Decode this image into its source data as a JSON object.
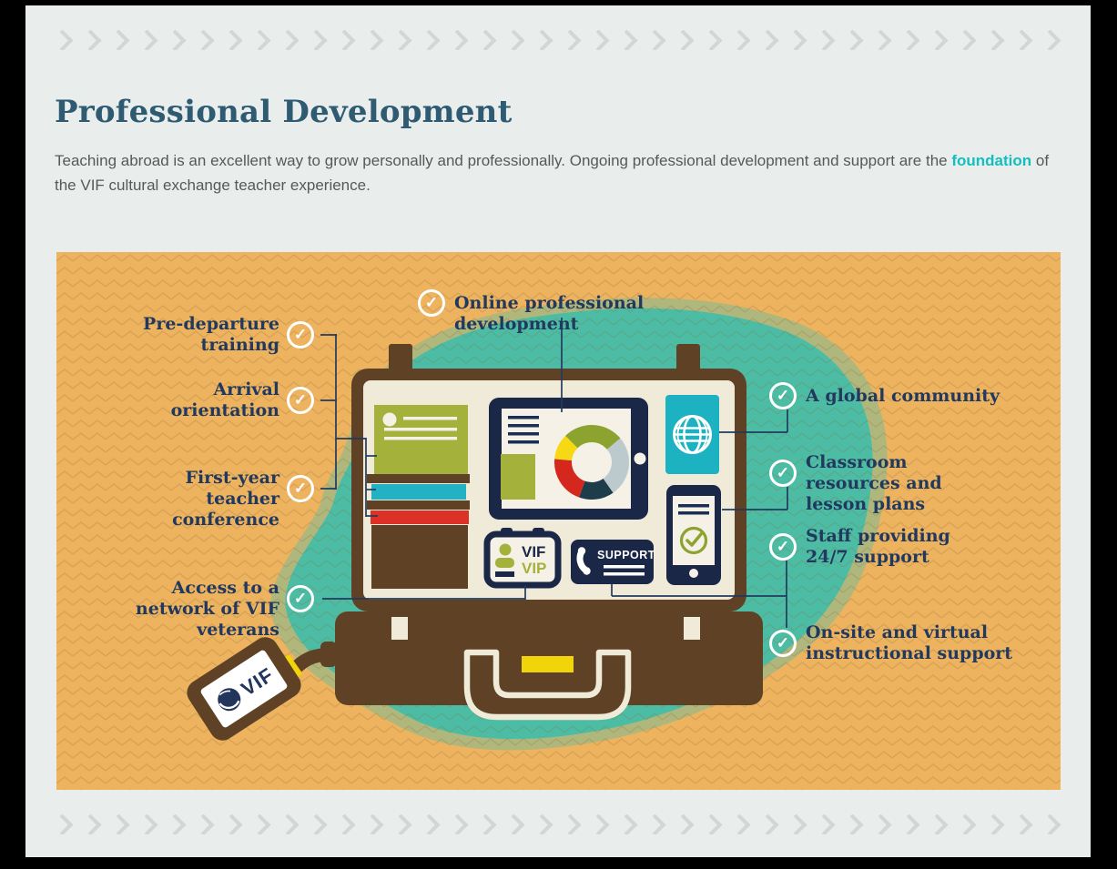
{
  "page": {
    "heading": "Professional Development",
    "intro_before": "Teaching abroad is an excellent way to grow personally and professionally. Ongoing professional development and support are the ",
    "intro_highlight": "foundation",
    "intro_after": " of the VIF cultural exchange teacher experience."
  },
  "infographic": {
    "labels": {
      "online": "Online professional development",
      "pre_departure": "Pre-departure training",
      "arrival": "Arrival orientation",
      "first_year": "First-year teacher conference",
      "access": "Access to a network of VIF veterans",
      "global": "A global community",
      "classroom": "Classroom resources and lesson plans",
      "staff": "Staff providing 24/7 support",
      "onsite": "On-site and virtual instructional support"
    },
    "badge": {
      "line1": "VIF",
      "line2": "VIP"
    },
    "support_sign": "SUPPORT",
    "luggage_tag": "VIF",
    "icons": {
      "check_glyph": "✓"
    },
    "colors": {
      "background_orange": "#edb35f",
      "splash_teal": "#4cbda4",
      "suitcase_brown": "#5f4226",
      "lining_cream": "#f0ead9",
      "navy": "#1a2747",
      "accent_teal": "#1cb2c1",
      "olive_green": "#a4b23b",
      "red": "#dd3127",
      "yellow": "#f2d40b",
      "label_navy": "#21395f",
      "heading_blue": "#2e5a72",
      "highlight_teal": "#13bebf",
      "donut_segments": [
        "#8ca32f",
        "#bcc9cd",
        "#1e3d4a",
        "#d4281f",
        "#f6d814"
      ]
    }
  }
}
